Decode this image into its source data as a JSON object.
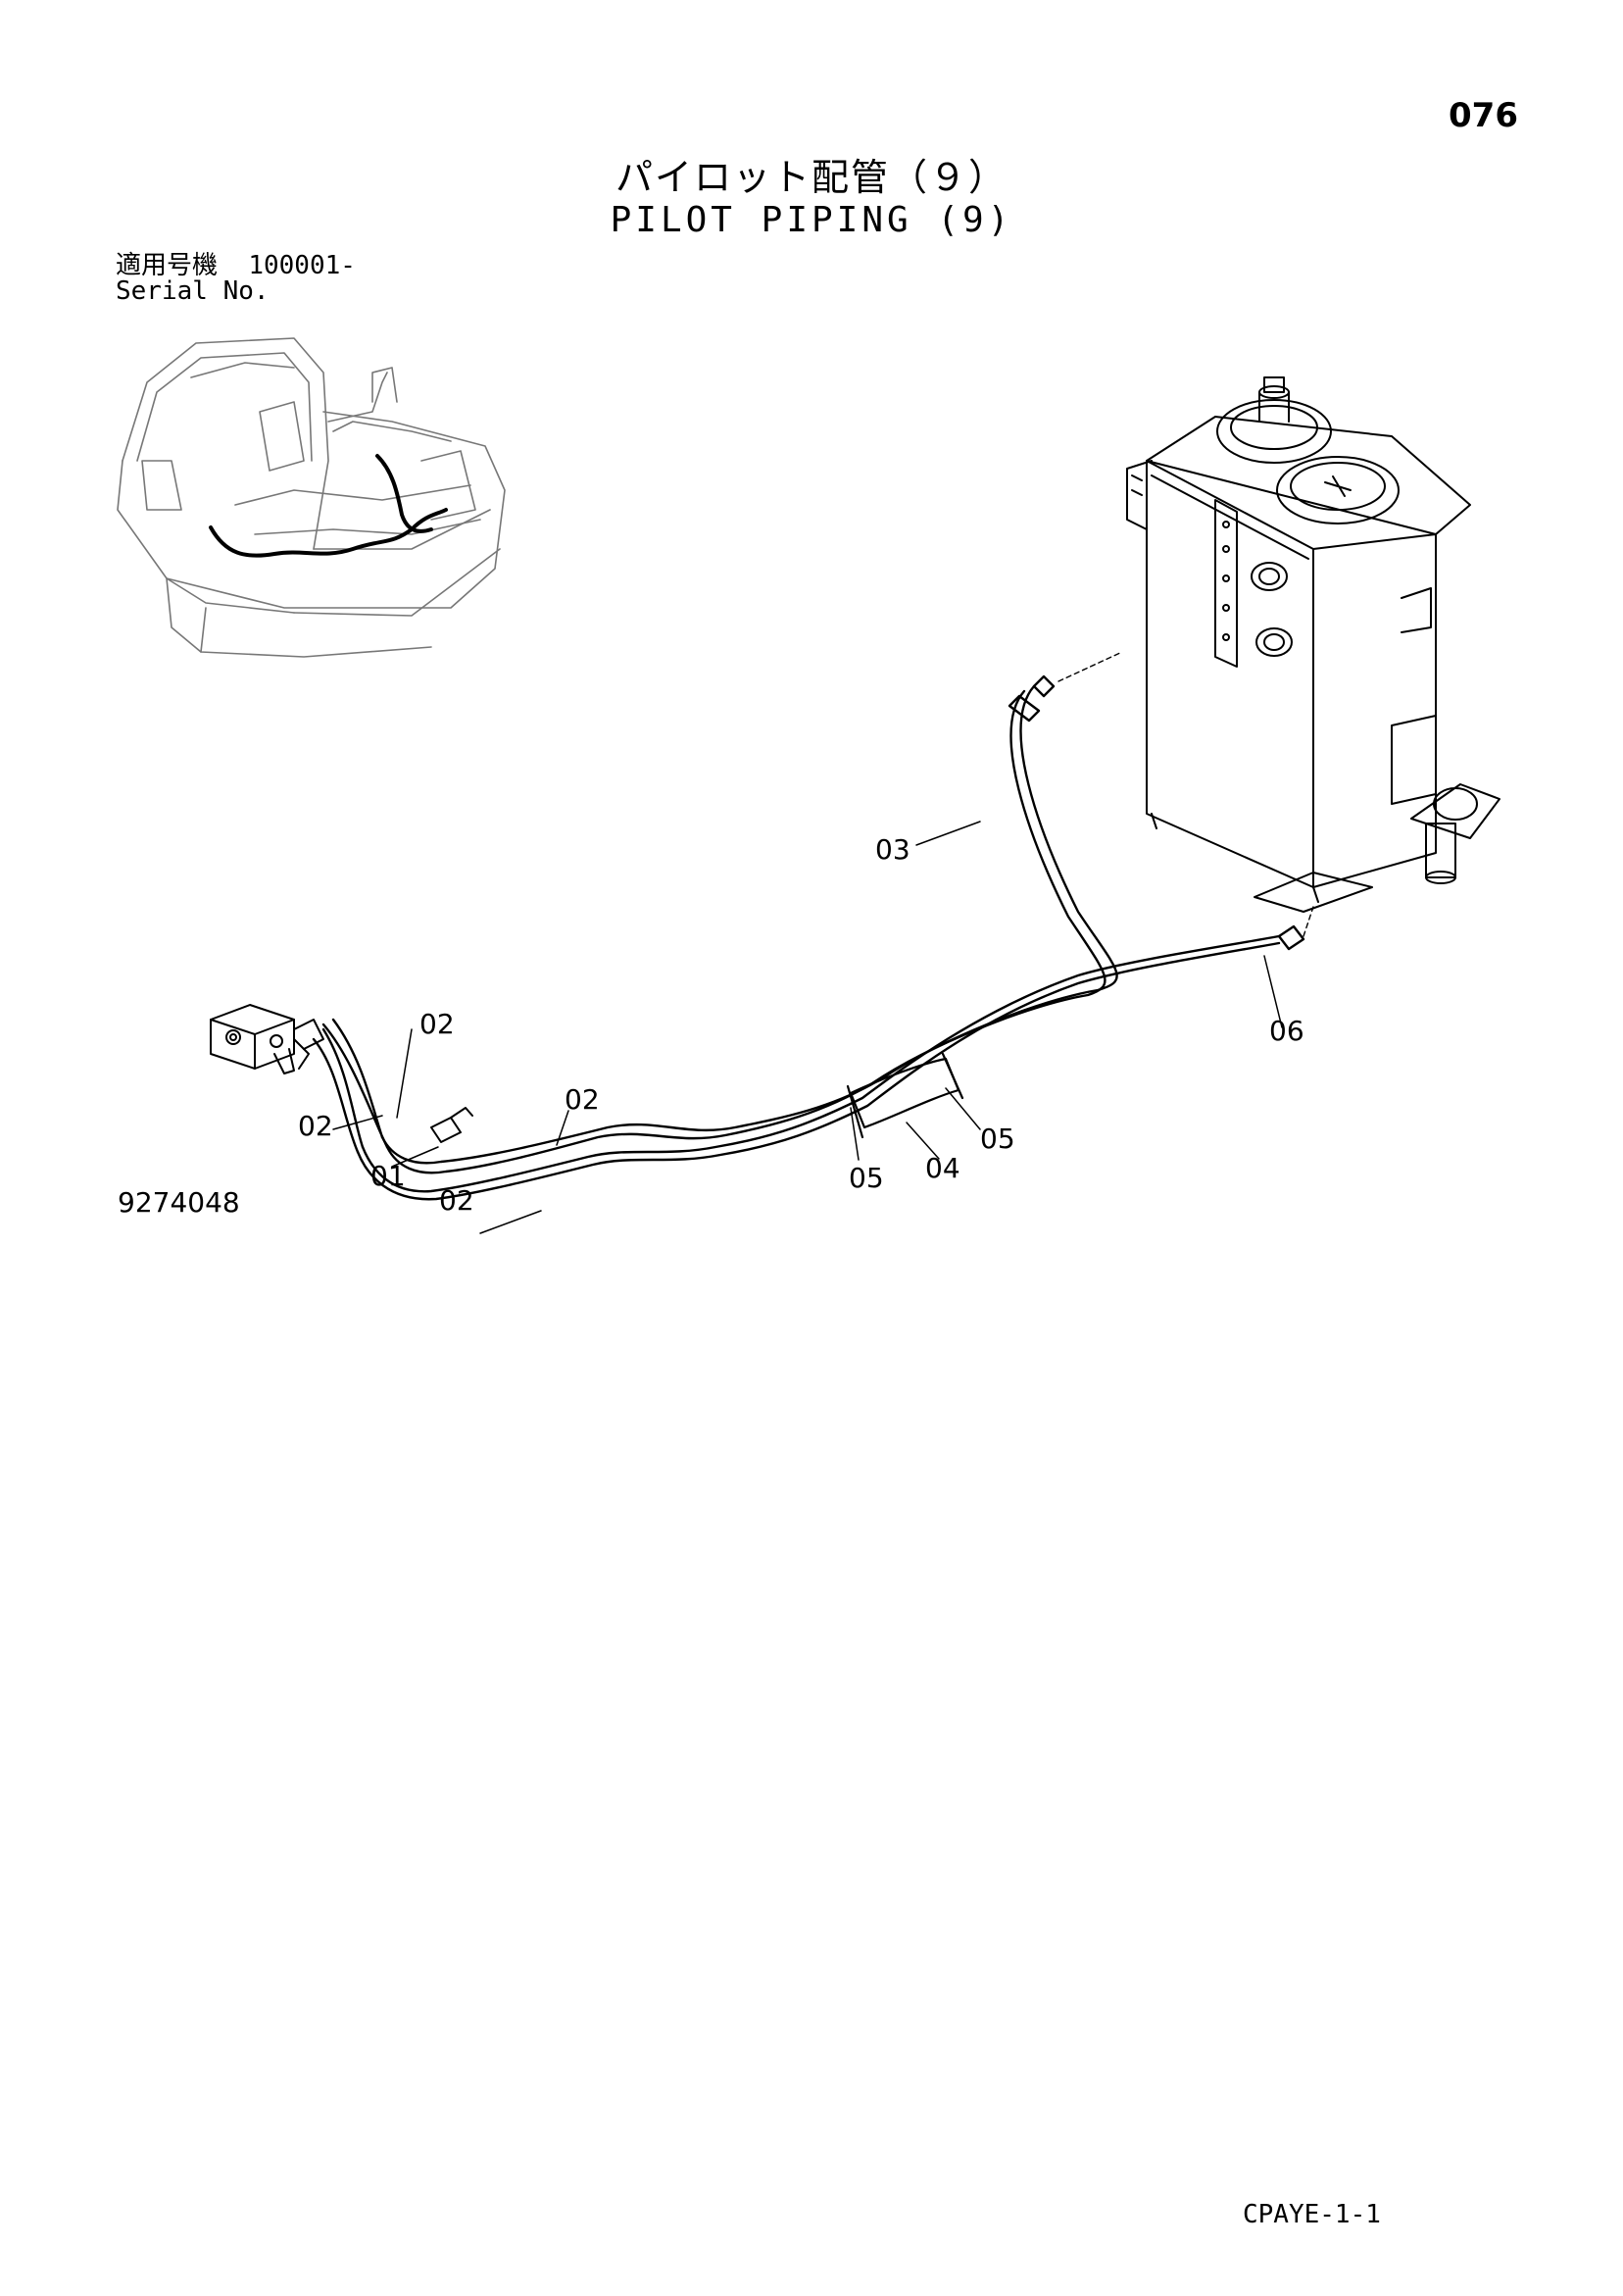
{
  "page_number": "076",
  "title_jp": "パイロット配管（９）",
  "title_en": "PILOT PIPING (9)",
  "serial": {
    "label_jp": "適用号機",
    "value": "100001-",
    "label_en": "Serial No."
  },
  "drawing_number": "9274048",
  "document_code": "CPAYE-1-1",
  "callouts": [
    "03",
    "06",
    "02",
    "02",
    "02",
    "01",
    "02",
    "05",
    "04",
    "05"
  ]
}
